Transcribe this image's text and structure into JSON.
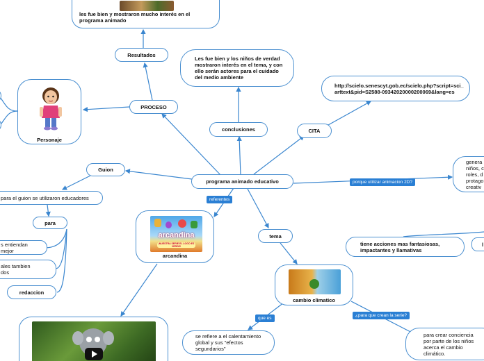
{
  "colors": {
    "edge": "#3a86cf",
    "node_border": "#4a8fd0",
    "tag_bg": "#2a7fd4"
  },
  "nodes": {
    "center": "programa animado educativo",
    "proceso": "PROCESO",
    "resultados": "Resultados",
    "resultados_text": "les fue bien y mostraron mucho interés en el programa animado",
    "conclusiones": "conclusiones",
    "conclusiones_text": "Les fue bien y los niños de verdad mostraron interés en el tema, y con ello serán actores para el cuidado del medio ambiente",
    "cita": "CITA",
    "cita_url": "http://scielo.senescyt.gob.ec/scielo.php?script=sci_arttext&pid=S2588-09342020000200069&lang=es",
    "personaje": "Personaje",
    "guion": "Guion",
    "guion_text": "para el guion se utilizaron educadores",
    "para": "para",
    "para_1": "s entiendan mejor",
    "para_2": "ales tambien dos",
    "redaccion": "redaccion",
    "arcandina": "arcandina",
    "tema": "tema",
    "cambio_climatico": "cambio climatico",
    "que_es_text": "se refiere a el calentamiento global y sus \"efectos segundarios\"",
    "para_que_text": "para crear conciencia por parte de los niños acerca el cambio climático.",
    "acciones_text": "tiene acciones mas fantasiosas, impactantes y llamativas",
    "genera_text": "genera niños, c roles, d protago creativ",
    "partial_right": "l"
  },
  "tags": {
    "referentes": "referentes",
    "porque": "porque utilizar animacion 2D?",
    "que_es": "que es",
    "para_que": "¿para que crean la serie?"
  },
  "images": {
    "arcandina_logo_text": "arcandina",
    "arcandina_slogan": "¡NUESTRA SERIE EL LOGO ES VERDE!"
  }
}
